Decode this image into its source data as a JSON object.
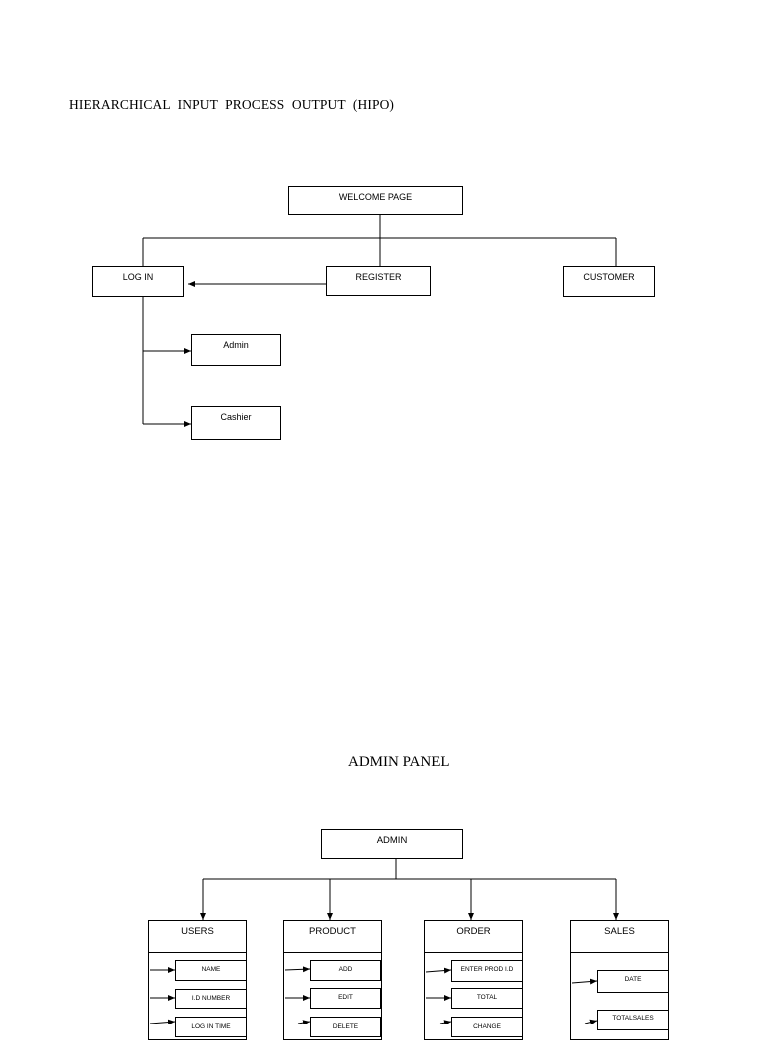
{
  "section1": {
    "title": "HIERARCHICAL   INPUT  PROCESS  OUTPUT   (HIPO)",
    "welcome": "WELCOME PAGE",
    "login": "LOG IN",
    "register": "REGISTER",
    "customer": "CUSTOMER",
    "admin": "Admin",
    "cashier": "Cashier"
  },
  "section2": {
    "title": "ADMIN PANEL",
    "admin": "ADMIN",
    "users": {
      "label": "USERS",
      "items": [
        "NAME",
        "I.D NUMBER",
        "LOG IN TIME"
      ]
    },
    "product": {
      "label": "PRODUCT",
      "items": [
        "ADD",
        "EDIT",
        "DELETE"
      ]
    },
    "order": {
      "label": "ORDER",
      "items": [
        "ENTER PROD I.D",
        "TOTAL",
        "CHANGE"
      ]
    },
    "sales": {
      "label": "SALES",
      "items": [
        "DATE",
        "TOTALSALES"
      ]
    }
  }
}
